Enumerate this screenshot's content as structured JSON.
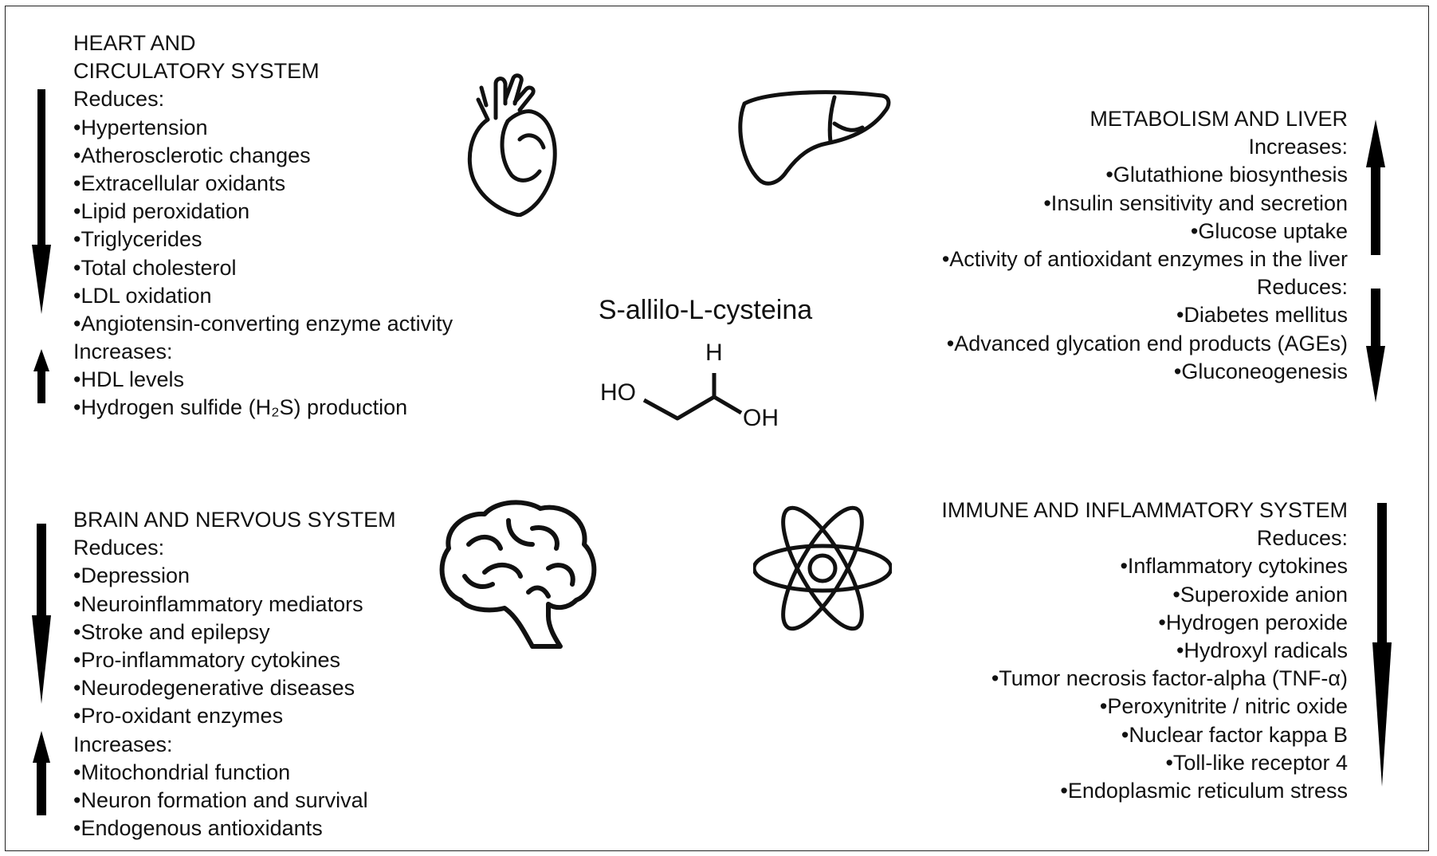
{
  "compound": {
    "name": "S-allilo-L-cysteina",
    "atoms": {
      "h": "H",
      "ho": "HO",
      "oh": "OH"
    }
  },
  "heart": {
    "title1": "HEART AND",
    "title2": "CIRCULATORY SYSTEM",
    "reduces": "Reduces:",
    "reduce_items": [
      "•Hypertension",
      "•Atherosclerotic changes",
      "•Extracellular oxidants",
      "•Lipid peroxidation",
      "•Triglycerides",
      "•Total cholesterol",
      "•LDL oxidation",
      "•Angiotensin-converting enzyme activity"
    ],
    "increases": "Increases:",
    "increase_items": [
      "•HDL levels",
      "•Hydrogen sulfide (H₂S) production"
    ]
  },
  "metabolism": {
    "title": "METABOLISM AND LIVER",
    "increases": "Increases:",
    "increase_items": [
      "•Glutathione biosynthesis",
      "•Insulin sensitivity and secretion",
      "•Glucose uptake",
      "•Activity of antioxidant enzymes in the liver"
    ],
    "reduces": "Reduces:",
    "reduce_items": [
      "•Diabetes mellitus",
      "•Advanced glycation end products (AGEs)",
      "•Gluconeogenesis"
    ]
  },
  "brain": {
    "title": "BRAIN AND NERVOUS SYSTEM",
    "reduces": "Reduces:",
    "reduce_items": [
      "•Depression",
      "•Neuroinflammatory mediators",
      "•Stroke and epilepsy",
      "•Pro-inflammatory cytokines",
      "•Neurodegenerative diseases",
      "•Pro-oxidant enzymes"
    ],
    "increases": "Increases:",
    "increase_items": [
      "•Mitochondrial function",
      "•Neuron formation and survival",
      "•Endogenous antioxidants"
    ]
  },
  "immune": {
    "title": "IMMUNE AND INFLAMMATORY SYSTEM",
    "reduces": "Reduces:",
    "reduce_items": [
      "•Inflammatory cytokines",
      "•Superoxide anion",
      "•Hydrogen peroxide",
      "•Hydroxyl radicals",
      "•Tumor necrosis factor-alpha (TNF-α)",
      "•Peroxynitrite / nitric oxide",
      "•Nuclear factor kappa B",
      "•Toll-like receptor 4",
      "•Endoplasmic reticulum stress"
    ]
  },
  "icons": [
    "heart-icon",
    "liver-icon",
    "brain-icon",
    "atom-icon",
    "arrow-up-icon",
    "arrow-down-icon"
  ]
}
